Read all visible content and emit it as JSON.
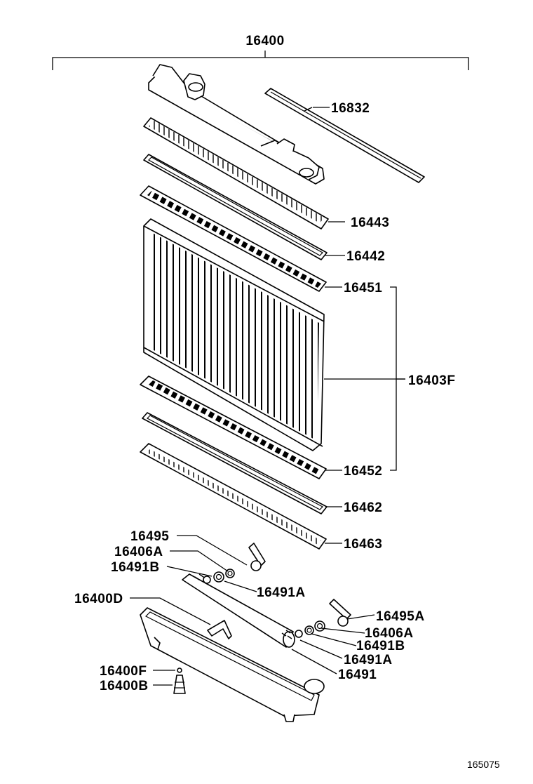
{
  "diagram": {
    "reference_number": "165075",
    "assembly_label": "16400",
    "callouts": [
      {
        "id": "16832",
        "label": "16832"
      },
      {
        "id": "16443",
        "label": "16443"
      },
      {
        "id": "16442",
        "label": "16442"
      },
      {
        "id": "16451",
        "label": "16451"
      },
      {
        "id": "16403F",
        "label": "16403F"
      },
      {
        "id": "16452",
        "label": "16452"
      },
      {
        "id": "16462",
        "label": "16462"
      },
      {
        "id": "16463",
        "label": "16463"
      },
      {
        "id": "16495",
        "label": "16495"
      },
      {
        "id": "16406A-left",
        "label": "16406A"
      },
      {
        "id": "16491B-left",
        "label": "16491B"
      },
      {
        "id": "16491A-left",
        "label": "16491A"
      },
      {
        "id": "16400D",
        "label": "16400D"
      },
      {
        "id": "16495A",
        "label": "16495A"
      },
      {
        "id": "16406A-right",
        "label": "16406A"
      },
      {
        "id": "16491B-right",
        "label": "16491B"
      },
      {
        "id": "16491A-right",
        "label": "16491A"
      },
      {
        "id": "16491",
        "label": "16491"
      },
      {
        "id": "16400F",
        "label": "16400F"
      },
      {
        "id": "16400B",
        "label": "16400B"
      }
    ]
  }
}
